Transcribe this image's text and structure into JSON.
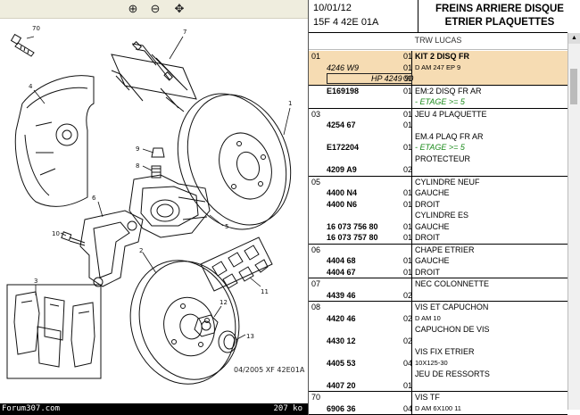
{
  "toolbar": {
    "tools": [
      {
        "name": "zoom-in-icon",
        "glyph": "⊕"
      },
      {
        "name": "zoom-out-icon",
        "glyph": "⊖"
      },
      {
        "name": "pan-icon",
        "glyph": "✥"
      }
    ]
  },
  "diagram": {
    "caption": "04/2005  XF 42E01A",
    "callouts": [
      "70",
      "7",
      "4",
      "1",
      "9",
      "8",
      "6",
      "5",
      "10",
      "2",
      "3",
      "12",
      "11",
      "13"
    ]
  },
  "forum": {
    "left": "Forum307.com",
    "right": "207 ko"
  },
  "header": {
    "date": "10/01/12",
    "code": "15F 4 42E 01A",
    "title_line1": "FREINS ARRIERE DISQUE",
    "title_line2": "ETRIER PLAQUETTES",
    "brand": "TRW LUCAS"
  },
  "sections": [
    {
      "sec": "01",
      "highlight": true,
      "rows": [
        {
          "ref": "",
          "qty": "01",
          "desc": "KIT 2 DISQ FR",
          "style": "b"
        },
        {
          "ref": "4246 W9",
          "ref_style": "it",
          "qty": "01",
          "desc": "D AM 247 EP 9",
          "style": "s"
        },
        {
          "ref": "HP 4249 90",
          "ref_style": "it box",
          "qty": "01",
          "desc": "",
          "style": ""
        }
      ]
    },
    {
      "sec": "",
      "highlight": false,
      "rows": [
        {
          "ref": "E169198",
          "qty": "01",
          "desc": "EM:2 DISQ FR AR",
          "style": ""
        },
        {
          "ref": "",
          "qty": "",
          "desc": "- ETAGE >= 5",
          "style": "g"
        }
      ]
    },
    {
      "sec": "03",
      "highlight": false,
      "rows": [
        {
          "ref": "",
          "qty": "01",
          "desc": "JEU 4 PLAQUETTE",
          "style": ""
        },
        {
          "ref": "4254 67",
          "qty": "01",
          "desc": "",
          "style": ""
        },
        {
          "ref": "",
          "qty": "",
          "desc": "EM.4 PLAQ FR AR",
          "style": ""
        },
        {
          "ref": "E172204",
          "qty": "01",
          "desc": "- ETAGE >= 5",
          "style": "g"
        },
        {
          "ref": "",
          "qty": "",
          "desc": "PROTECTEUR",
          "style": ""
        },
        {
          "ref": "4209 A9",
          "qty": "02",
          "desc": "",
          "style": ""
        }
      ]
    },
    {
      "sec": "05",
      "highlight": false,
      "rows": [
        {
          "ref": "",
          "qty": "",
          "desc": "CYLINDRE NEUF",
          "style": ""
        },
        {
          "ref": "4400 N4",
          "qty": "01",
          "desc": "GAUCHE",
          "style": ""
        },
        {
          "ref": "4400 N6",
          "qty": "01",
          "desc": "DROIT",
          "style": ""
        },
        {
          "ref": "",
          "qty": "",
          "desc": "CYLINDRE ES",
          "style": ""
        },
        {
          "ref": "16 073 756 80",
          "qty": "01",
          "desc": "GAUCHE",
          "style": ""
        },
        {
          "ref": "16 073 757 80",
          "qty": "01",
          "desc": "DROIT",
          "style": ""
        }
      ]
    },
    {
      "sec": "06",
      "highlight": false,
      "rows": [
        {
          "ref": "",
          "qty": "",
          "desc": "CHAPE ETRIER",
          "style": ""
        },
        {
          "ref": "4404 68",
          "qty": "01",
          "desc": "GAUCHE",
          "style": ""
        },
        {
          "ref": "4404 67",
          "qty": "01",
          "desc": "DROIT",
          "style": ""
        }
      ]
    },
    {
      "sec": "07",
      "highlight": false,
      "rows": [
        {
          "ref": "",
          "qty": "",
          "desc": "NEC COLONNETTE",
          "style": ""
        },
        {
          "ref": "4439 46",
          "qty": "02",
          "desc": "",
          "style": ""
        }
      ]
    },
    {
      "sec": "08",
      "highlight": false,
      "rows": [
        {
          "ref": "",
          "qty": "",
          "desc": "VIS ET CAPUCHON",
          "style": ""
        },
        {
          "ref": "4420 46",
          "qty": "02",
          "desc": "D AM 10",
          "style": "s"
        },
        {
          "ref": "",
          "qty": "",
          "desc": "CAPUCHON DE VIS",
          "style": ""
        },
        {
          "ref": "4430 12",
          "qty": "02",
          "desc": "",
          "style": ""
        },
        {
          "ref": "",
          "qty": "",
          "desc": "VIS FIX ETRIER",
          "style": ""
        },
        {
          "ref": "4405 53",
          "qty": "04",
          "desc": "10X125-30",
          "style": "s"
        },
        {
          "ref": "",
          "qty": "",
          "desc": "JEU DE RESSORTS",
          "style": ""
        },
        {
          "ref": "4407 20",
          "qty": "01",
          "desc": "",
          "style": ""
        }
      ]
    },
    {
      "sec": "70",
      "highlight": false,
      "rows": [
        {
          "ref": "",
          "qty": "",
          "desc": "VIS TF",
          "style": ""
        },
        {
          "ref": "6906 36",
          "qty": "04",
          "desc": "D AM 6X100 11",
          "style": "s"
        }
      ]
    }
  ]
}
